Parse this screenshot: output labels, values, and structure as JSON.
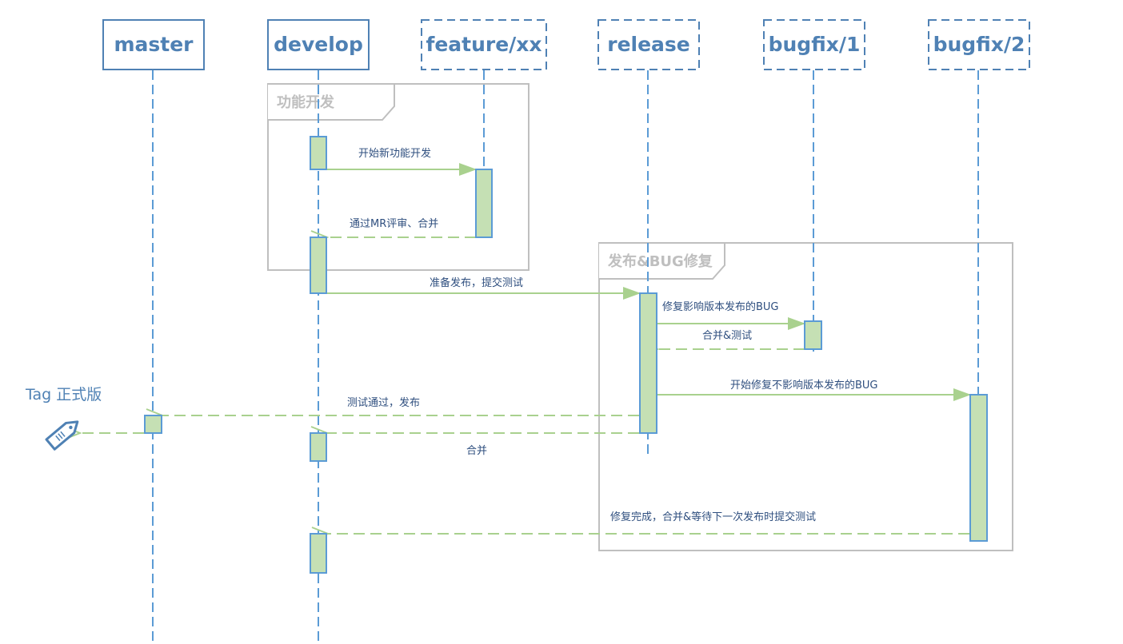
{
  "participants": [
    {
      "id": "master",
      "label": "master",
      "style": "solid"
    },
    {
      "id": "develop",
      "label": "develop",
      "style": "solid"
    },
    {
      "id": "feature",
      "label": "feature/xx",
      "style": "dashed"
    },
    {
      "id": "release",
      "label": "release",
      "style": "dashed"
    },
    {
      "id": "bugfix1",
      "label": "bugfix/1",
      "style": "dashed"
    },
    {
      "id": "bugfix2",
      "label": "bugfix/2",
      "style": "dashed"
    }
  ],
  "frames": [
    {
      "id": "feature-dev",
      "label": "功能开发"
    },
    {
      "id": "release-bugfix",
      "label": "发布&BUG修复"
    }
  ],
  "messages": [
    {
      "id": "m1",
      "label": "开始新功能开发",
      "from": "develop",
      "to": "feature",
      "kind": "call"
    },
    {
      "id": "m2",
      "label": "通过MR评审、合并",
      "from": "feature",
      "to": "develop",
      "kind": "return"
    },
    {
      "id": "m3",
      "label": "准备发布，提交测试",
      "from": "develop",
      "to": "release",
      "kind": "call"
    },
    {
      "id": "m4",
      "label": "修复影响版本发布的BUG",
      "from": "release",
      "to": "bugfix1",
      "kind": "call"
    },
    {
      "id": "m5",
      "label": "合并&测试",
      "from": "bugfix1",
      "to": "release",
      "kind": "return"
    },
    {
      "id": "m6",
      "label": "开始修复不影响版本发布的BUG",
      "from": "release",
      "to": "bugfix2",
      "kind": "call"
    },
    {
      "id": "m7",
      "label": "测试通过，发布",
      "from": "release",
      "to": "master",
      "kind": "return"
    },
    {
      "id": "m8",
      "label": "合并",
      "from": "release",
      "to": "develop",
      "kind": "return"
    },
    {
      "id": "m9",
      "label": "修复完成，合并&等待下一次发布时提交测试",
      "from": "bugfix2",
      "to": "develop",
      "kind": "return"
    },
    {
      "id": "m10",
      "label": "",
      "from": "master",
      "to": "tag",
      "kind": "return"
    }
  ],
  "tag": {
    "label": "Tag 正式版",
    "icon": "tag-icon"
  },
  "colors": {
    "participant_border": "#4f81b4",
    "participant_text": "#4f81b4",
    "lifeline": "#5b9bd5",
    "activation_fill": "#c5e0b4",
    "activation_border": "#5b9bd5",
    "arrow": "#a9d18e",
    "frame_border": "#bfbfbf",
    "frame_text": "#bfbfbf",
    "message_text": "#2f4f7f"
  }
}
